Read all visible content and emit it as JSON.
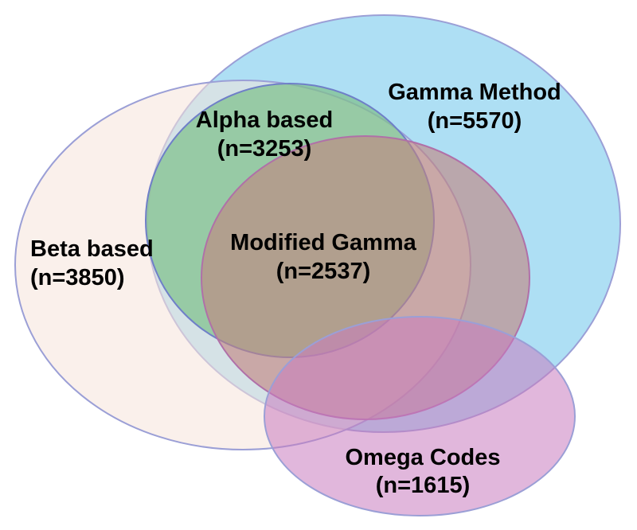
{
  "diagram": {
    "type": "venn",
    "sets": [
      {
        "id": "beta",
        "name": "Beta based",
        "count_label": "(n=3850)",
        "count": 3850,
        "fill": "#f5e4da",
        "stroke": "#9b9fd6"
      },
      {
        "id": "gamma",
        "name": "Gamma Method",
        "count_label": "(n=5570)",
        "count": 5570,
        "fill": "#8fd2f0",
        "stroke": "#9b9fd6"
      },
      {
        "id": "alpha",
        "name": "Alpha based",
        "count_label": "(n=3253)",
        "count": 3253,
        "fill": "#7fc08c",
        "stroke": "#6f7fc8"
      },
      {
        "id": "modified_gamma",
        "name": "Modified Gamma",
        "count_label": "(n=2537)",
        "count": 2537,
        "fill": "#c2857f",
        "stroke": "#b070a8"
      },
      {
        "id": "omega",
        "name": "Omega Codes",
        "count_label": "(n=1615)",
        "count": 1615,
        "fill": "#c97cc0",
        "stroke": "#9b9fd6"
      }
    ]
  }
}
